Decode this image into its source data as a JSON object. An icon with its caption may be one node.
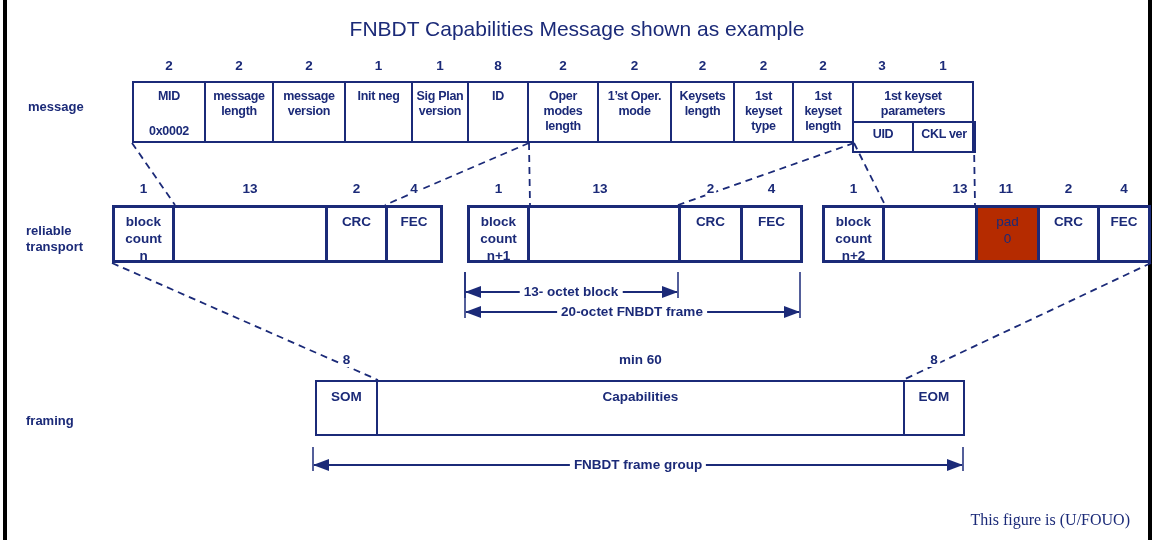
{
  "diagram": {
    "title": "FNBDT Capabilities Message shown as example",
    "caption": "This figure is (U/FOUO)",
    "nodes": [
      {
        "text": [
          "MID",
          "0x0002"
        ],
        "beside": [
          "2"
        ]
      },
      {
        "text": [
          "message length"
        ],
        "beside": [
          "2"
        ]
      },
      {
        "text": [
          "message version"
        ],
        "beside": [
          "2"
        ]
      },
      {
        "text": [
          "Init neg"
        ],
        "beside": [
          "1"
        ]
      },
      {
        "text": [
          "Sig Plan version"
        ],
        "beside": [
          "1"
        ]
      },
      {
        "text": [
          "ID"
        ],
        "beside": [
          "8"
        ]
      },
      {
        "text": [
          "Oper modes length"
        ],
        "beside": [
          "2"
        ]
      },
      {
        "text": [
          "1’st Oper. mode"
        ],
        "beside": [
          "2"
        ]
      },
      {
        "text": [
          "Keysets length"
        ],
        "beside": [
          "2"
        ]
      },
      {
        "text": [
          "1st keyset type"
        ],
        "beside": [
          "2"
        ]
      },
      {
        "text": [
          "1st keyset length"
        ],
        "beside": [
          "2"
        ]
      },
      {
        "text": [
          "1st keyset parameters"
        ]
      },
      {
        "text": [
          "UID"
        ],
        "in": 11
      },
      {
        "text": [
          "CKL ver"
        ],
        "in": 11
      },
      {
        "text": [
          "block count n"
        ],
        "beside": [
          "1"
        ]
      },
      {
        "text": [],
        "shape": "box",
        "beside": [
          "13"
        ]
      },
      {
        "text": [
          "CRC"
        ],
        "beside": [
          "2"
        ]
      },
      {
        "text": [
          "FEC"
        ],
        "beside": [
          "4"
        ]
      },
      {
        "text": [
          "block count n+1"
        ],
        "beside": [
          "1"
        ]
      },
      {
        "text": [],
        "shape": "box",
        "beside": [
          "13"
        ]
      },
      {
        "text": [
          "CRC"
        ],
        "beside": [
          "2"
        ]
      },
      {
        "text": [
          "FEC"
        ],
        "beside": [
          "4"
        ]
      },
      {
        "text": [
          "block count n+2"
        ],
        "beside": [
          "1"
        ]
      },
      {
        "text": [],
        "shape": "box",
        "beside": [
          "13"
        ]
      },
      {
        "text": [
          "pad 0"
        ],
        "beside": [
          "11"
        ]
      },
      {
        "text": [
          "CRC"
        ],
        "beside": [
          "2"
        ]
      },
      {
        "text": [
          "FEC"
        ],
        "beside": [
          "4"
        ]
      },
      {
        "text": [
          "SOM"
        ],
        "beside": [
          "8"
        ]
      },
      {
        "text": [
          "Capabilities"
        ],
        "beside": [
          "min 60"
        ]
      },
      {
        "text": [
          "EOM"
        ],
        "beside": [
          "8"
        ]
      }
    ],
    "edges": [
      {
        "from": 0,
        "to": 14,
        "arrow": "none",
        "style": "dashed"
      },
      {
        "from": 5,
        "to": 17,
        "arrow": "none",
        "style": "dashed"
      },
      {
        "from": 5,
        "to": 18,
        "arrow": "none",
        "style": "dashed"
      },
      {
        "from": 10,
        "to": 20,
        "arrow": "none",
        "style": "dashed"
      },
      {
        "from": 10,
        "to": 22,
        "arrow": "none",
        "style": "dashed"
      },
      {
        "from": 11,
        "to": 24,
        "arrow": "none",
        "style": "dashed"
      },
      {
        "from": 14,
        "to": 27,
        "arrow": "none",
        "style": "dashed"
      },
      {
        "from": 26,
        "to": 29,
        "arrow": "none",
        "style": "dashed"
      }
    ],
    "labels": [
      "3",
      "1",
      "message",
      "reliable transport",
      "13- octet block",
      "20-octet FNBDT frame",
      "framing",
      "FNBDT frame group"
    ]
  }
}
